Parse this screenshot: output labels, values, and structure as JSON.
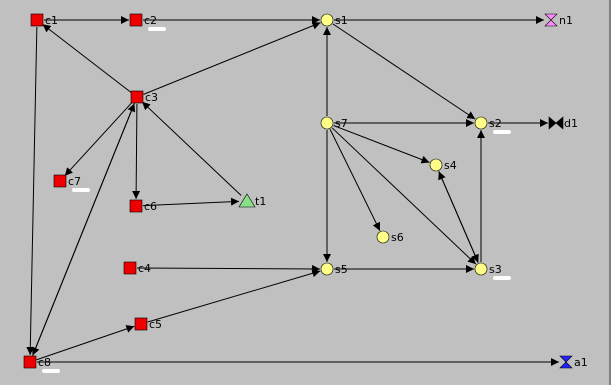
{
  "diagram": {
    "nodes": [
      {
        "id": "c1",
        "label": "c1",
        "shape": "square",
        "color": "#ee0000"
      },
      {
        "id": "c2",
        "label": "c2",
        "shape": "square",
        "color": "#ee0000"
      },
      {
        "id": "c3",
        "label": "c3",
        "shape": "square",
        "color": "#ee0000"
      },
      {
        "id": "c4",
        "label": "c4",
        "shape": "square",
        "color": "#ee0000"
      },
      {
        "id": "c5",
        "label": "c5",
        "shape": "square",
        "color": "#ee0000"
      },
      {
        "id": "c6",
        "label": "c6",
        "shape": "square",
        "color": "#ee0000"
      },
      {
        "id": "c7",
        "label": "c7",
        "shape": "square",
        "color": "#ee0000"
      },
      {
        "id": "c8",
        "label": "c8",
        "shape": "square",
        "color": "#ee0000"
      },
      {
        "id": "t1",
        "label": "t1",
        "shape": "triangle",
        "color": "#88e088"
      },
      {
        "id": "s1",
        "label": "s1",
        "shape": "circle",
        "color": "#ffff88"
      },
      {
        "id": "s2",
        "label": "s2",
        "shape": "circle",
        "color": "#ffff88"
      },
      {
        "id": "s3",
        "label": "s3",
        "shape": "circle",
        "color": "#ffff88"
      },
      {
        "id": "s4",
        "label": "s4",
        "shape": "circle",
        "color": "#ffff88"
      },
      {
        "id": "s5",
        "label": "s5",
        "shape": "circle",
        "color": "#ffff88"
      },
      {
        "id": "s6",
        "label": "s6",
        "shape": "circle",
        "color": "#ffff88"
      },
      {
        "id": "s7",
        "label": "s7",
        "shape": "circle",
        "color": "#ffff88"
      },
      {
        "id": "n1",
        "label": "n1",
        "shape": "hourglass",
        "color": "#ff88ff"
      },
      {
        "id": "d1",
        "label": "d1",
        "shape": "bowtie",
        "color": "#000000"
      },
      {
        "id": "a1",
        "label": "a1",
        "shape": "hourglass",
        "color": "#2222ff"
      }
    ],
    "edges": [
      {
        "from": "c1",
        "to": "c2"
      },
      {
        "from": "c2",
        "to": "s1"
      },
      {
        "from": "s1",
        "to": "n1"
      },
      {
        "from": "c3",
        "to": "c1"
      },
      {
        "from": "c3",
        "to": "s1"
      },
      {
        "from": "c3",
        "to": "c7"
      },
      {
        "from": "c3",
        "to": "c6"
      },
      {
        "from": "c3",
        "to": "c8"
      },
      {
        "from": "c8",
        "to": "c3"
      },
      {
        "from": "c1",
        "to": "c8"
      },
      {
        "from": "c6",
        "to": "t1"
      },
      {
        "from": "t1",
        "to": "c3"
      },
      {
        "from": "s7",
        "to": "s1"
      },
      {
        "from": "s7",
        "to": "s2"
      },
      {
        "from": "s1",
        "to": "s2"
      },
      {
        "from": "s2",
        "to": "d1"
      },
      {
        "from": "s7",
        "to": "s4"
      },
      {
        "from": "s7",
        "to": "s6"
      },
      {
        "from": "s7",
        "to": "s3"
      },
      {
        "from": "s7",
        "to": "s5"
      },
      {
        "from": "s3",
        "to": "s4"
      },
      {
        "from": "s4",
        "to": "s3"
      },
      {
        "from": "s3",
        "to": "s2"
      },
      {
        "from": "c4",
        "to": "s5"
      },
      {
        "from": "s5",
        "to": "s3"
      },
      {
        "from": "c5",
        "to": "s5"
      },
      {
        "from": "c8",
        "to": "c5"
      },
      {
        "from": "c8",
        "to": "a1"
      }
    ],
    "status_markers": [
      "c2",
      "c7",
      "s2",
      "s3",
      "c8"
    ],
    "colors": {
      "background": "#c0c0c0",
      "edge": "#000000",
      "marker": "#ffffff"
    }
  }
}
